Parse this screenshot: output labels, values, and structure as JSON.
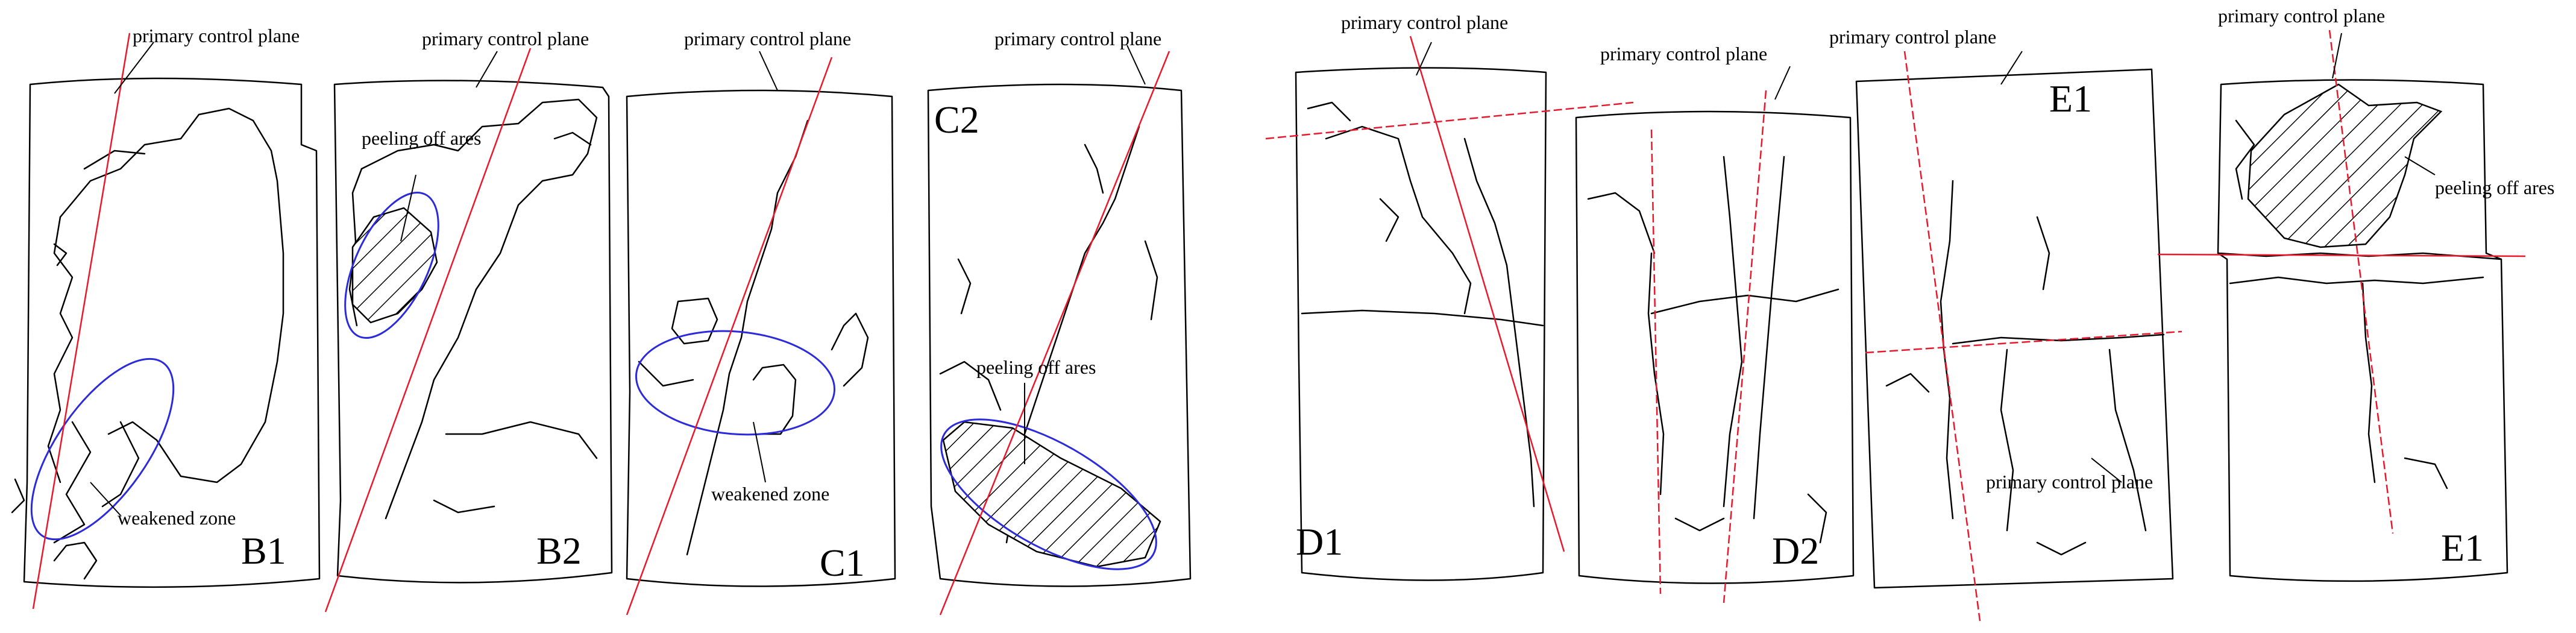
{
  "annotations": {
    "primary_control_plane": "primary control plane",
    "weakened_zone": "weakened zone",
    "peeling_off_ares": "peeling off ares"
  },
  "specimens": [
    "B1",
    "B2",
    "C1",
    "C2",
    "D1",
    "D2",
    "E1",
    "E1"
  ],
  "colors": {
    "control_plane": "#e8192c",
    "weakened_zone": "#2b2bdc",
    "outline": "#000000"
  }
}
